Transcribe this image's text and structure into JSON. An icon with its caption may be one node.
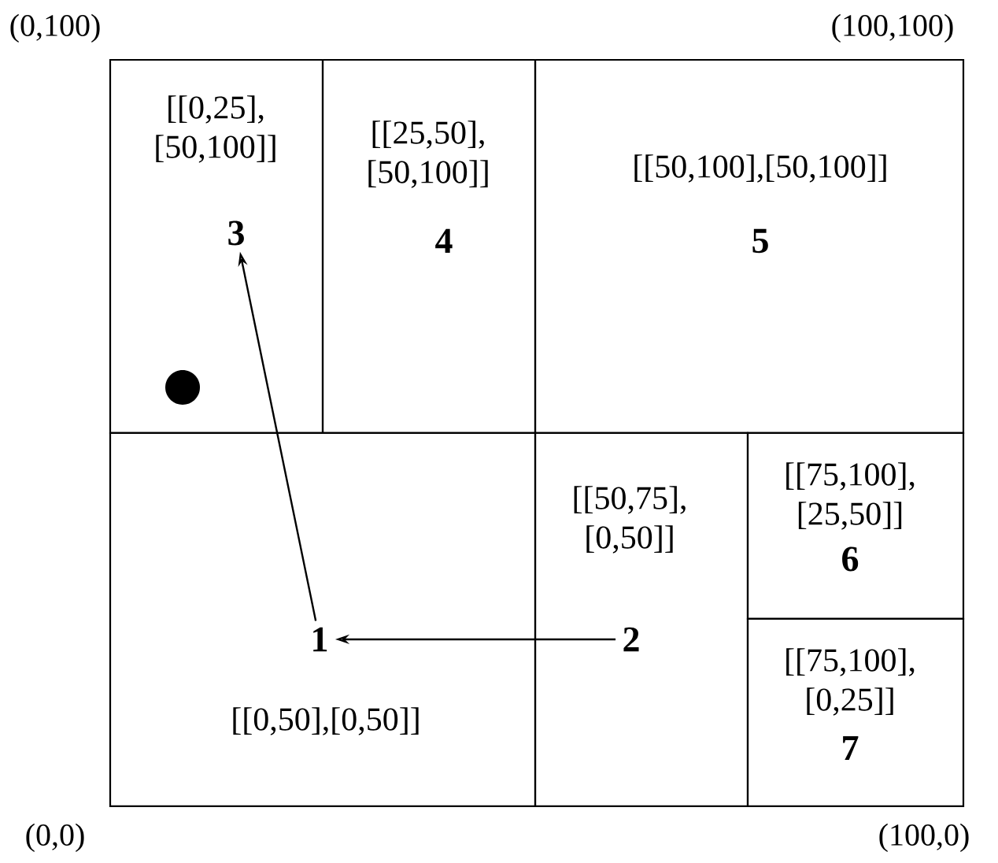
{
  "diagram": {
    "nodes": [
      {
        "text": [
          "[[0,25], [50,100]]"
        ]
      },
      {
        "text": [
          "3"
        ],
        "in": 0
      },
      {
        "text": [
          "[[25,50], [50,100]]"
        ]
      },
      {
        "text": [
          "4"
        ],
        "in": 2
      },
      {
        "text": [
          "[[50,100],[50,100]]"
        ]
      },
      {
        "text": [
          "5"
        ],
        "in": 4
      },
      {
        "text": [
          "[[0,50],[0,50]]"
        ]
      },
      {
        "text": [
          "1"
        ],
        "in": 6
      },
      {
        "text": [
          "[[50,75], [0,50]]"
        ]
      },
      {
        "text": [
          "2"
        ],
        "in": 8
      },
      {
        "text": [
          "[[75,100], [25,50]]"
        ]
      },
      {
        "text": [
          "6"
        ],
        "in": 10
      },
      {
        "text": [
          "[[75,100], [0,25]]"
        ]
      },
      {
        "text": [
          "7"
        ],
        "in": 12
      }
    ],
    "edges": [
      {
        "from": 9,
        "to": 7,
        "arrow": "to"
      },
      {
        "from": 7,
        "to": 1,
        "arrow": "to"
      }
    ],
    "labels": [
      "(0,100)",
      "(100,100)",
      "(0,0)",
      "(100,0)"
    ]
  }
}
